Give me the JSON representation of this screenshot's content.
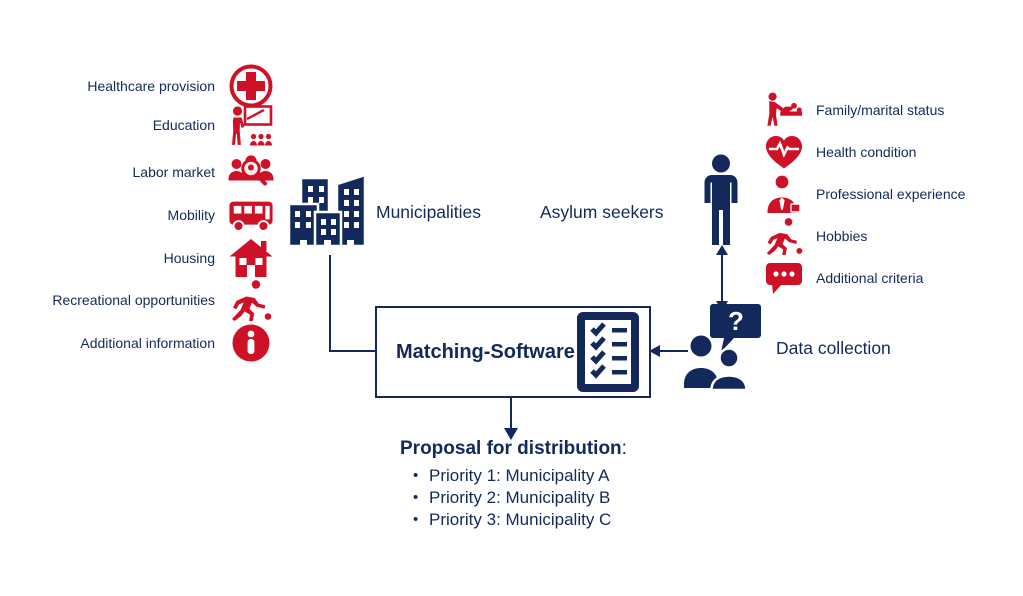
{
  "colors": {
    "navy": "#13295B",
    "red": "#CE1126",
    "background": "#FFFFFF"
  },
  "left_panel": {
    "items": [
      {
        "label": "Healthcare provision",
        "icon": "healthcare-cross-icon"
      },
      {
        "label": "Education",
        "icon": "education-teacher-icon"
      },
      {
        "label": "Labor market",
        "icon": "labor-market-search-icon"
      },
      {
        "label": "Mobility",
        "icon": "bus-icon"
      },
      {
        "label": "Housing",
        "icon": "house-icon"
      },
      {
        "label": "Recreational opportunities",
        "icon": "running-person-icon"
      },
      {
        "label": "Additional information",
        "icon": "info-circle-icon"
      }
    ]
  },
  "right_panel": {
    "items": [
      {
        "label": "Family/marital status",
        "icon": "family-care-icon"
      },
      {
        "label": "Health condition",
        "icon": "heart-pulse-icon"
      },
      {
        "label": "Professional experience",
        "icon": "professional-person-icon"
      },
      {
        "label": "Hobbies",
        "icon": "running-person-icon"
      },
      {
        "label": "Additional criteria",
        "icon": "speech-bubble-dots-icon"
      }
    ]
  },
  "center": {
    "municipalities_label": "Municipalities",
    "asylum_seekers_label": "Asylum seekers",
    "matching_software_label": "Matching-Software",
    "data_collection_label": "Data collection",
    "question_mark": "?"
  },
  "proposal": {
    "title": "Proposal for distribution",
    "title_suffix": ":",
    "bullet": "•",
    "items": [
      "Priority 1: Municipality A",
      "Priority 2: Municipality B",
      "Priority 3: Municipality C"
    ]
  }
}
